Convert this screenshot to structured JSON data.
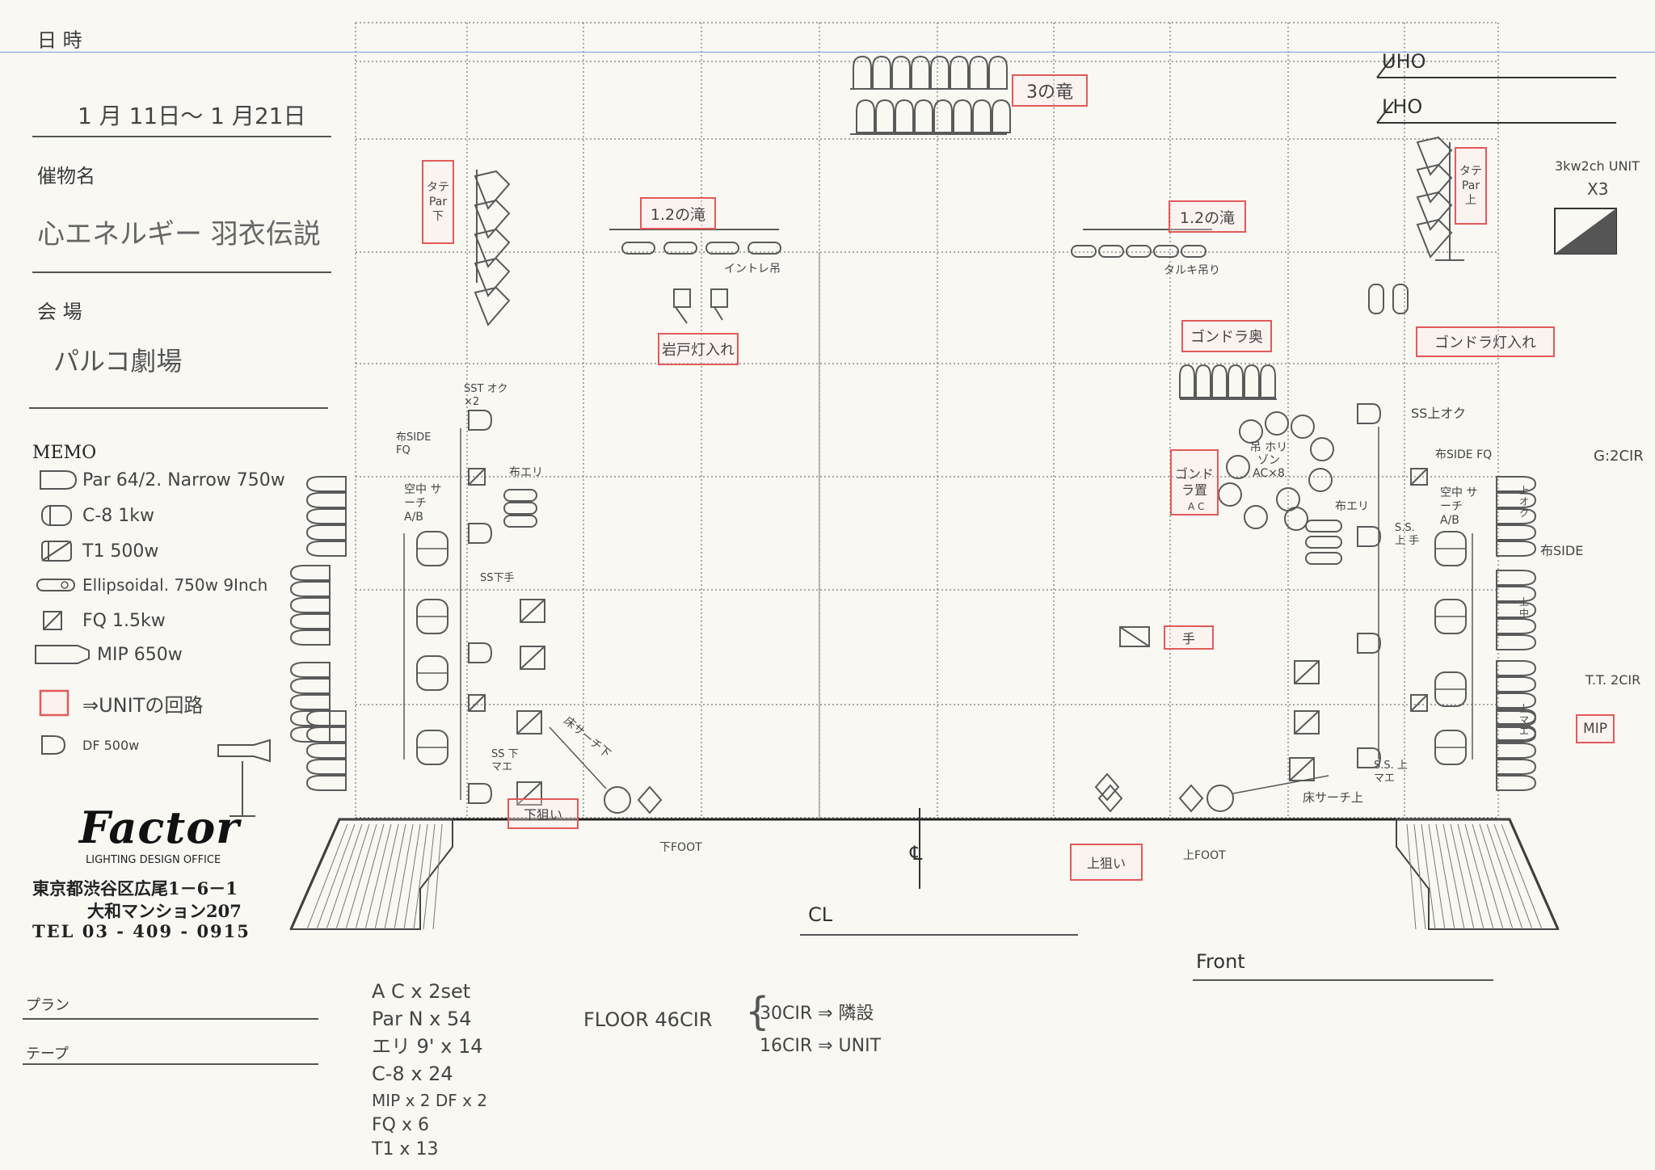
{
  "header": {
    "date_label": "日 時",
    "date_value": "1 月 11日～ 1 月21日",
    "event_label": "催物名",
    "event_value": "心エネルギー 羽衣伝説",
    "venue_label": "会 場",
    "venue_value": "パルコ劇場"
  },
  "memo": {
    "title": "MEMO",
    "items": [
      "Par 64/2. Narrow 750w",
      "C-8 1kw",
      "T1 500w",
      "Ellipsoidal. 750w 9Inch",
      "FQ 1.5kw",
      "MIP 650w",
      "⇒UNITの回路",
      "DF 500w"
    ]
  },
  "office": {
    "logo": "Factor",
    "subtitle": "LIGHTING DESIGN OFFICE",
    "address1": "東京都渋谷区広尾1－6－1",
    "address2": "大和マンション207",
    "tel": "TEL 03 - 409 - 0915"
  },
  "footer": {
    "plan_label": "プラン",
    "tape_label": "テープ",
    "cl_label": "CL",
    "front_label": "Front",
    "cl_mark": "℄"
  },
  "right_info": {
    "uho": "UHO",
    "lho": "LHO",
    "unit_label": "3kw2ch UNIT",
    "unit_count": "X3",
    "g_label": "G:2CIR",
    "tt_label": "T.T. 2CIR",
    "mip_label": "MIP"
  },
  "annotations": {
    "dragon3": "3の竜",
    "tate_left": "タテ Par 下",
    "tate_right": "タテ Par 上",
    "taki_left": "1.2の滝",
    "taki_right": "1.2の滝",
    "intore": "イントレ吊",
    "taruki": "タルキ吊り",
    "iwato": "岩戸灯入れ",
    "gondora_back": "ゴンドラ奥",
    "gondora_light": "ゴンドラ灯入れ",
    "gondora_place": "ゴンドラ置",
    "ac": "A C",
    "sst_left": "SST オク×2",
    "nuno_side_fq_left": "布SIDE FQ",
    "nuno_eri_left": "布エリ",
    "kuuchuu_left": "空中 サーチ A/B",
    "ss_shita_te": "SS下手",
    "ss_shimo_mae": "SS 下マエ",
    "yuka_saachi_shita": "床サーチ下",
    "shimo_nerai": "下狙い",
    "t_foot": "下FOOT",
    "ss_kami_oku": "SS上オク",
    "nuno_side_fq_right": "布SIDE FQ",
    "nuno_eri_right": "布エリ",
    "kuuchuu_right": "空中 サーチ A/B",
    "ss_kami_te": "S.S. 上 手",
    "te": "手",
    "ss_kami_mae": "S.S. 上マエ",
    "yuka_saachi_kami": "床サーチ上",
    "kami_nerai": "上狙い",
    "kami_foot": "上FOOT",
    "kami_oku": "上 オク",
    "nuno_side": "布SIDE",
    "kami_naka": "上 中",
    "kami_mae": "上 マエ",
    "ac_x8": "吊 ホリゾン AC×8"
  },
  "totals": {
    "lines": [
      "A C x 2set",
      "Par N x 54",
      "エリ 9' x 14",
      "C-8 x 24",
      "MIP x 2    DF x 2",
      "FQ x 6",
      "T1 x 13"
    ],
    "floor": "FLOOR 46CIR",
    "floor_a": "30CIR ⇒ 隣設",
    "floor_b": "16CIR ⇒ UNIT"
  }
}
